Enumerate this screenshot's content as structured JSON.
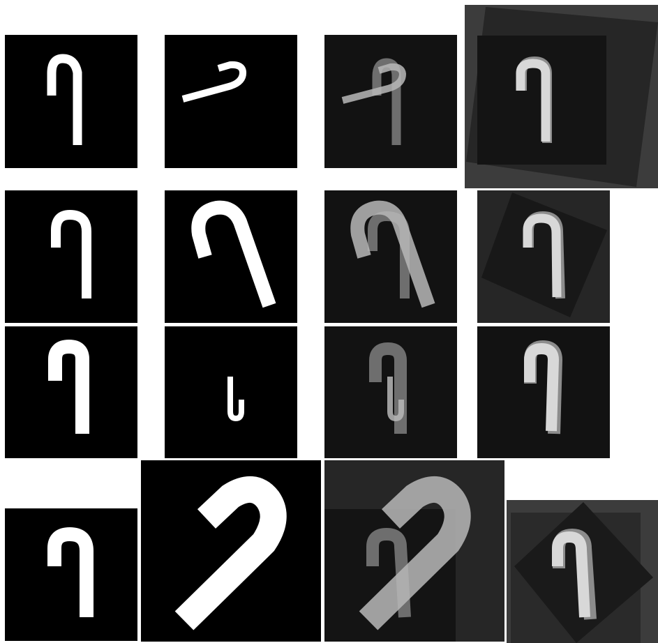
{
  "figure": {
    "rows": 4,
    "columns": [
      "fixed",
      "moving",
      "overlay",
      "registered-overlay"
    ],
    "colors": {
      "background": "#ffffff",
      "image_bg": "#000000",
      "overlay_bg": "#121212",
      "frame_bg": "#3c3c3c",
      "stroke_white": "#ffffff",
      "stroke_overlay_fixed": "#6e6e6e",
      "stroke_overlay_moving": "#b9b9b9"
    },
    "shape": "hook-stroke"
  }
}
